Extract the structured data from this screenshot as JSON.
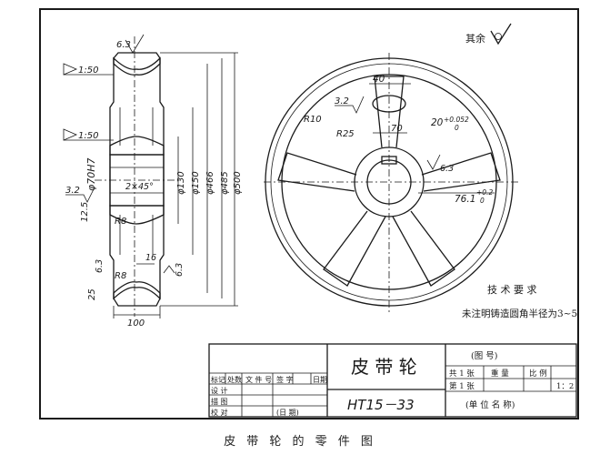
{
  "drawing": {
    "caption": "皮 带 轮 的 零 件 图",
    "roughness_note": "其余",
    "side_view": {
      "taper_top": "1:50",
      "taper_mid": "1:50",
      "bore_fit": "φ70H7",
      "roughness_top": "6.3",
      "roughness_bore": "3.2",
      "roughness_left": "12.5",
      "roughness_rim": "6.3",
      "roughness_rim_right": "6.3",
      "rim_thickness": "25",
      "chamfer": "2×45°",
      "fillet_upper": "R8",
      "fillet_lower": "R8",
      "web_thickness": "16",
      "width": "100",
      "dia_30": "φ130",
      "dia_150": "φ150",
      "dia_466": "φ466",
      "dia_485": "φ485",
      "dia_500": "φ500"
    },
    "front_view": {
      "keyway_width": "40",
      "roughness_key": "3.2",
      "fillet_r10": "R10",
      "fillet_r25": "R25",
      "hub_dim": "70",
      "key_width": "20",
      "key_tol_upper": "+0.052",
      "key_tol_lower": "0",
      "roughness_key2": "6.3",
      "key_depth": "76.1",
      "key_depth_upper": "+0.2",
      "key_depth_lower": "0"
    },
    "tech_req": {
      "title": "技 术 要 求",
      "line": "未注明铸造圆角半径为3~5"
    },
    "title_block": {
      "part_name": "皮 带 轮",
      "material": "HT15－33",
      "drawing_no": "(图          号)",
      "unit": "(单  位  名  称)",
      "h_mark": "标记",
      "h_count": "处数",
      "h_file": "文 件 号",
      "h_sign": "签 字",
      "h_date": "日期",
      "r_design": "设    计",
      "r_draw": "描    图",
      "r_check": "校    对",
      "date_label": "(日       期)",
      "sheets_total": "共  1  张",
      "sheet_no": "第  1  张",
      "weight_label": "重  量",
      "scale_label": "比  例",
      "scale_value": "1：2"
    }
  }
}
